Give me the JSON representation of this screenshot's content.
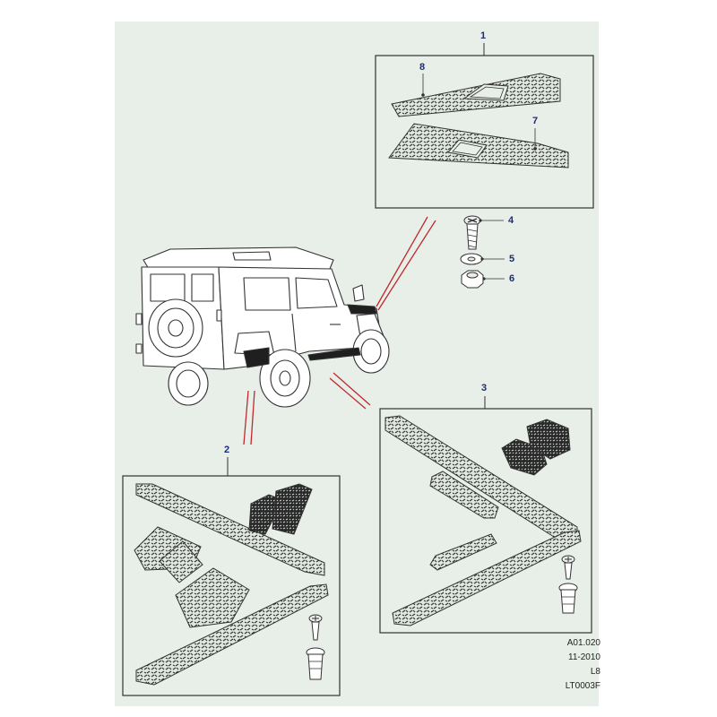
{
  "callouts": {
    "c1": "1",
    "c2": "2",
    "c3": "3",
    "c4": "4",
    "c5": "5",
    "c6": "6",
    "c7": "7",
    "c8": "8"
  },
  "reference": {
    "code": "A01.020",
    "date": "11-2010",
    "level": "L8",
    "drawing": "LT0003F"
  },
  "colors": {
    "background": "#e7efe8",
    "line": "#333333",
    "leader": "#c0282d",
    "callout_text": "#1d2b7a"
  }
}
